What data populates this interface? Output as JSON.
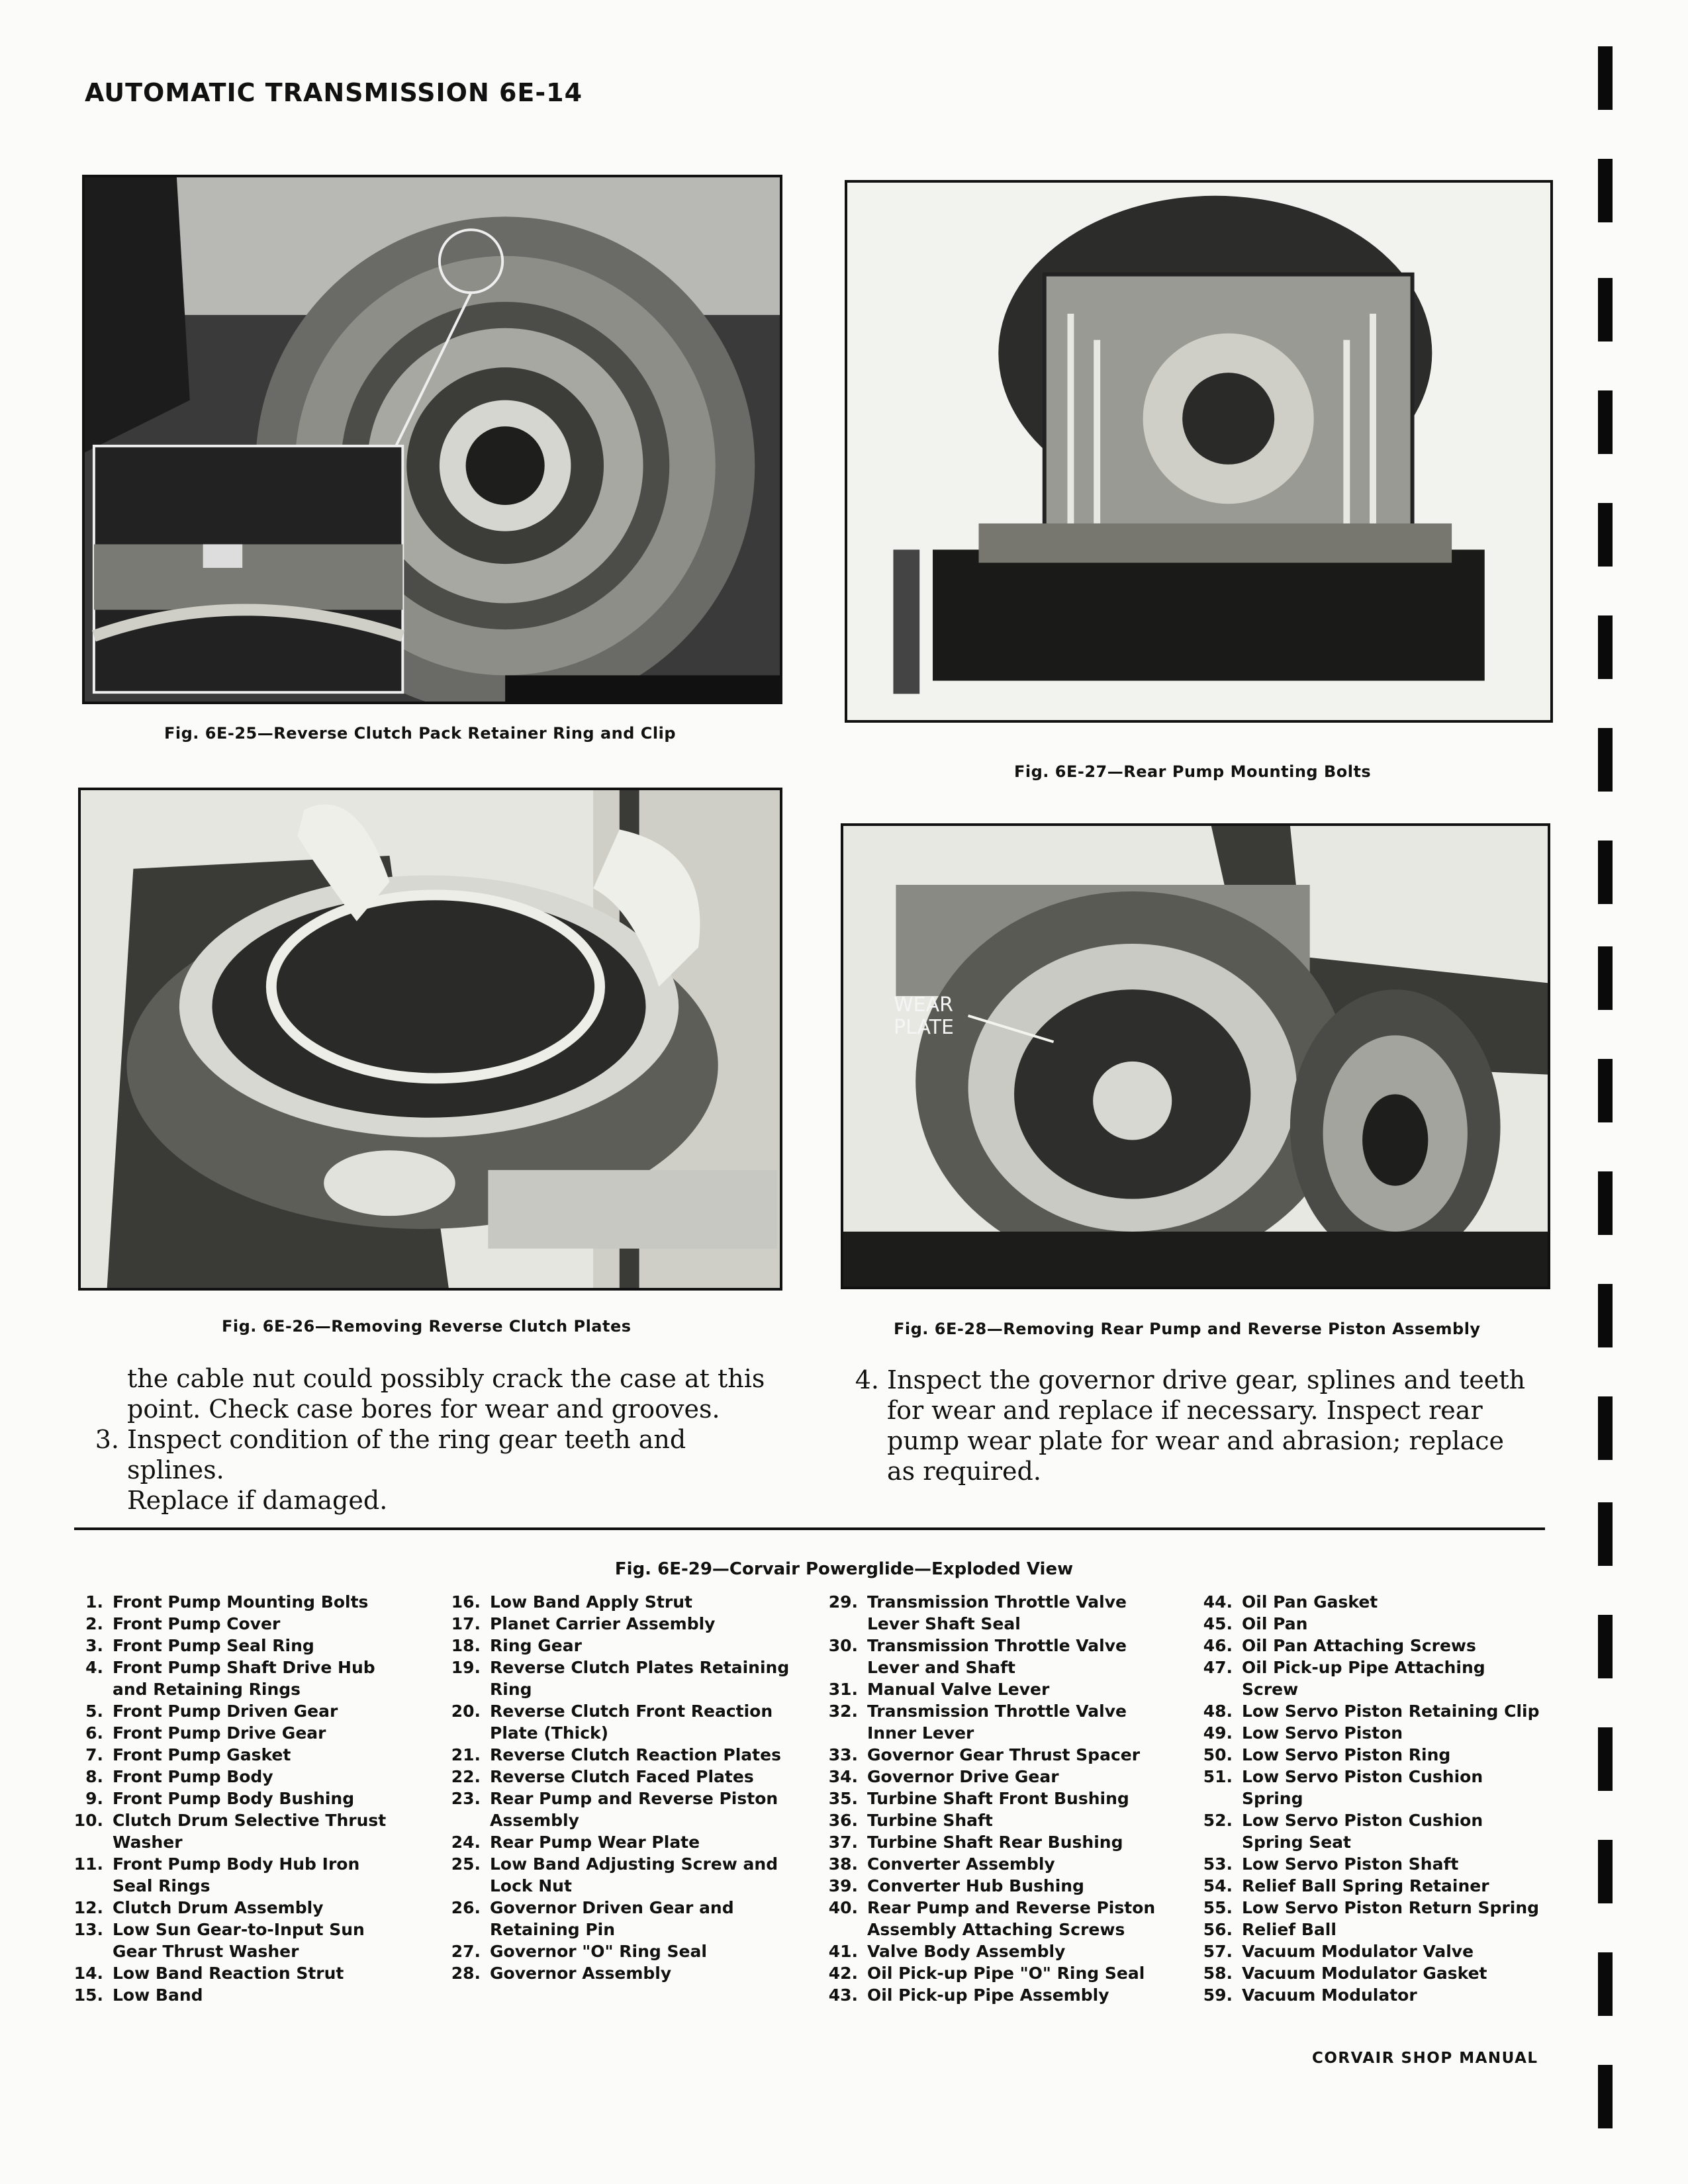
{
  "header": {
    "title": "AUTOMATIC TRANSMISSION 6E-14"
  },
  "figures": {
    "fig25": {
      "caption": "Fig. 6E-25—Reverse Clutch Pack Retainer Ring and Clip"
    },
    "fig26": {
      "caption": "Fig. 6E-26—Removing Reverse Clutch Plates"
    },
    "fig27": {
      "caption": "Fig. 6E-27—Rear Pump Mounting Bolts"
    },
    "fig28": {
      "caption": "Fig. 6E-28—Removing Rear Pump and Reverse Piston Assembly",
      "label_line1": "WEAR",
      "label_line2": "PLATE"
    }
  },
  "text": {
    "left_cont1": "the cable nut could possibly crack the case at this",
    "left_cont2": "point. Check case bores for wear and grooves.",
    "item3_num": "3.",
    "item3_line1": "Inspect condition of the ring gear teeth and splines.",
    "item3_line2": "Replace if damaged.",
    "item4_num": "4.",
    "item4_line1": "Inspect the governor drive gear, splines and teeth",
    "item4_line2": "for wear and replace if necessary. Inspect rear",
    "item4_line3": "pump wear plate for wear and abrasion; replace",
    "item4_line4": "as required."
  },
  "parts": {
    "title": "Fig. 6E-29—Corvair Powerglide—Exploded View",
    "col1": [
      {
        "n": "1.",
        "t": "Front Pump Mounting Bolts"
      },
      {
        "n": "2.",
        "t": "Front Pump Cover"
      },
      {
        "n": "3.",
        "t": "Front Pump Seal Ring"
      },
      {
        "n": "4.",
        "t": "Front Pump Shaft Drive Hub"
      },
      {
        "n": "",
        "t": "and Retaining Rings"
      },
      {
        "n": "5.",
        "t": "Front Pump Driven Gear"
      },
      {
        "n": "6.",
        "t": "Front Pump Drive Gear"
      },
      {
        "n": "7.",
        "t": "Front Pump Gasket"
      },
      {
        "n": "8.",
        "t": "Front Pump Body"
      },
      {
        "n": "9.",
        "t": "Front Pump Body Bushing"
      },
      {
        "n": "10.",
        "t": "Clutch Drum Selective Thrust"
      },
      {
        "n": "",
        "t": "Washer"
      },
      {
        "n": "11.",
        "t": "Front Pump Body Hub Iron"
      },
      {
        "n": "",
        "t": "Seal Rings"
      },
      {
        "n": "12.",
        "t": "Clutch Drum Assembly"
      },
      {
        "n": "13.",
        "t": "Low Sun Gear-to-Input Sun"
      },
      {
        "n": "",
        "t": "Gear Thrust Washer"
      },
      {
        "n": "14.",
        "t": "Low Band Reaction Strut"
      },
      {
        "n": "15.",
        "t": "Low Band"
      }
    ],
    "col2": [
      {
        "n": "16.",
        "t": "Low Band Apply Strut"
      },
      {
        "n": "17.",
        "t": "Planet Carrier Assembly"
      },
      {
        "n": "18.",
        "t": "Ring Gear"
      },
      {
        "n": "19.",
        "t": "Reverse Clutch Plates Retaining"
      },
      {
        "n": "",
        "t": "Ring"
      },
      {
        "n": "20.",
        "t": "Reverse Clutch Front Reaction"
      },
      {
        "n": "",
        "t": "Plate (Thick)"
      },
      {
        "n": "21.",
        "t": "Reverse Clutch Reaction Plates"
      },
      {
        "n": "22.",
        "t": "Reverse Clutch Faced Plates"
      },
      {
        "n": "23.",
        "t": "Rear Pump and Reverse Piston"
      },
      {
        "n": "",
        "t": "Assembly"
      },
      {
        "n": "24.",
        "t": "Rear Pump Wear Plate"
      },
      {
        "n": "25.",
        "t": "Low Band Adjusting Screw and"
      },
      {
        "n": "",
        "t": "Lock Nut"
      },
      {
        "n": "26.",
        "t": "Governor Driven Gear and"
      },
      {
        "n": "",
        "t": "Retaining Pin"
      },
      {
        "n": "27.",
        "t": "Governor \"O\" Ring Seal"
      },
      {
        "n": "28.",
        "t": "Governor Assembly"
      }
    ],
    "col3": [
      {
        "n": "29.",
        "t": "Transmission Throttle Valve"
      },
      {
        "n": "",
        "t": "Lever Shaft Seal"
      },
      {
        "n": "30.",
        "t": "Transmission Throttle Valve"
      },
      {
        "n": "",
        "t": "Lever and Shaft"
      },
      {
        "n": "31.",
        "t": "Manual Valve Lever"
      },
      {
        "n": "32.",
        "t": "Transmission Throttle Valve"
      },
      {
        "n": "",
        "t": "Inner Lever"
      },
      {
        "n": "33.",
        "t": "Governor Gear Thrust Spacer"
      },
      {
        "n": "34.",
        "t": "Governor Drive Gear"
      },
      {
        "n": "35.",
        "t": "Turbine Shaft Front Bushing"
      },
      {
        "n": "36.",
        "t": "Turbine Shaft"
      },
      {
        "n": "37.",
        "t": "Turbine Shaft Rear Bushing"
      },
      {
        "n": "38.",
        "t": "Converter Assembly"
      },
      {
        "n": "39.",
        "t": "Converter Hub Bushing"
      },
      {
        "n": "40.",
        "t": "Rear Pump and Reverse Piston"
      },
      {
        "n": "",
        "t": "Assembly Attaching Screws"
      },
      {
        "n": "41.",
        "t": "Valve Body Assembly"
      },
      {
        "n": "42.",
        "t": "Oil Pick-up Pipe \"O\" Ring Seal"
      },
      {
        "n": "43.",
        "t": "Oil Pick-up Pipe Assembly"
      }
    ],
    "col4": [
      {
        "n": "44.",
        "t": "Oil Pan Gasket"
      },
      {
        "n": "45.",
        "t": "Oil Pan"
      },
      {
        "n": "46.",
        "t": "Oil Pan Attaching Screws"
      },
      {
        "n": "47.",
        "t": "Oil Pick-up Pipe Attaching"
      },
      {
        "n": "",
        "t": "Screw"
      },
      {
        "n": "48.",
        "t": "Low Servo Piston Retaining Clip"
      },
      {
        "n": "49.",
        "t": "Low Servo Piston"
      },
      {
        "n": "50.",
        "t": "Low Servo Piston Ring"
      },
      {
        "n": "51.",
        "t": "Low Servo Piston Cushion"
      },
      {
        "n": "",
        "t": "Spring"
      },
      {
        "n": "52.",
        "t": "Low Servo Piston Cushion"
      },
      {
        "n": "",
        "t": "Spring Seat"
      },
      {
        "n": "53.",
        "t": "Low Servo Piston Shaft"
      },
      {
        "n": "54.",
        "t": "Relief Ball Spring Retainer"
      },
      {
        "n": "55.",
        "t": "Low Servo Piston Return Spring"
      },
      {
        "n": "56.",
        "t": "Relief Ball"
      },
      {
        "n": "57.",
        "t": "Vacuum Modulator Valve"
      },
      {
        "n": "58.",
        "t": "Vacuum Modulator Gasket"
      },
      {
        "n": "59.",
        "t": "Vacuum Modulator"
      }
    ]
  },
  "footer": {
    "text": "CORVAIR SHOP MANUAL"
  }
}
